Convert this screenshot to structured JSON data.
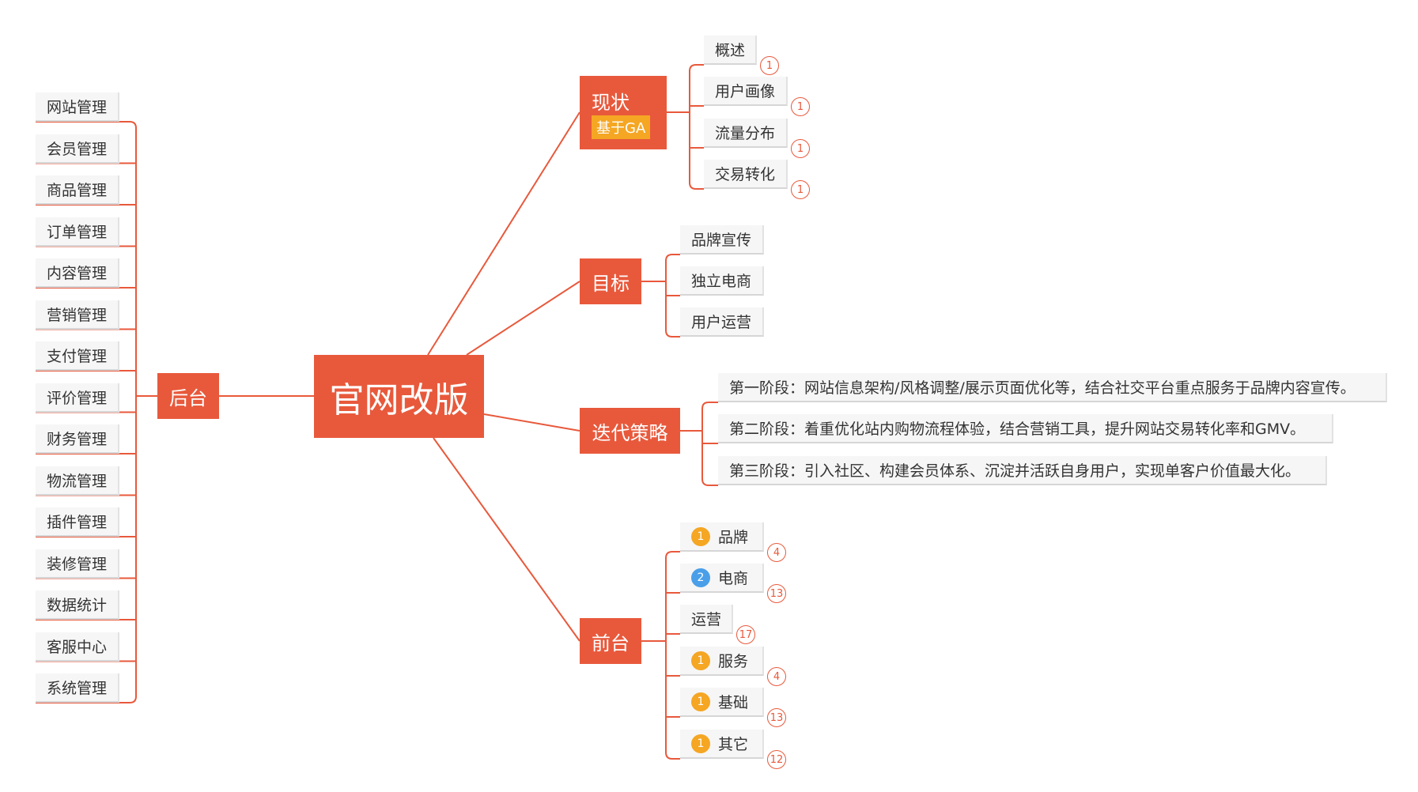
{
  "central": "官网改版",
  "colors": {
    "accent": "#e8593c",
    "line": "#e8593c",
    "priority_orange": "#f5a623",
    "priority_blue": "#4a9fe8"
  },
  "backend": {
    "label": "后台",
    "items": [
      "网站管理",
      "会员管理",
      "商品管理",
      "订单管理",
      "内容管理",
      "营销管理",
      "支付管理",
      "评价管理",
      "财务管理",
      "物流管理",
      "插件管理",
      "装修管理",
      "数据统计",
      "客服中心",
      "系统管理"
    ]
  },
  "status": {
    "label": "现状",
    "tag": "基于GA",
    "items": [
      {
        "label": "概述",
        "badge": "1"
      },
      {
        "label": "用户画像",
        "badge": "1"
      },
      {
        "label": "流量分布",
        "badge": "1"
      },
      {
        "label": "交易转化",
        "badge": "1"
      }
    ]
  },
  "goals": {
    "label": "目标",
    "items": [
      "品牌宣传",
      "独立电商",
      "用户运营"
    ]
  },
  "strategy": {
    "label": "迭代策略",
    "items": [
      "第一阶段：网站信息架构/风格调整/展示页面优化等，结合社交平台重点服务于品牌内容宣传。",
      "第二阶段：着重优化站内购物流程体验，结合营销工具，提升网站交易转化率和GMV。",
      "第三阶段：引入社区、构建会员体系、沉淀并活跃自身用户，实现单客户价值最大化。"
    ]
  },
  "frontend": {
    "label": "前台",
    "items": [
      {
        "label": "品牌",
        "priority": "1",
        "priority_color": "orange",
        "badge": "4"
      },
      {
        "label": "电商",
        "priority": "2",
        "priority_color": "blue",
        "badge": "13"
      },
      {
        "label": "运营",
        "priority": "",
        "priority_color": "",
        "badge": "17"
      },
      {
        "label": "服务",
        "priority": "1",
        "priority_color": "orange",
        "badge": "4"
      },
      {
        "label": "基础",
        "priority": "1",
        "priority_color": "orange",
        "badge": "13"
      },
      {
        "label": "其它",
        "priority": "1",
        "priority_color": "orange",
        "badge": "12"
      }
    ]
  }
}
